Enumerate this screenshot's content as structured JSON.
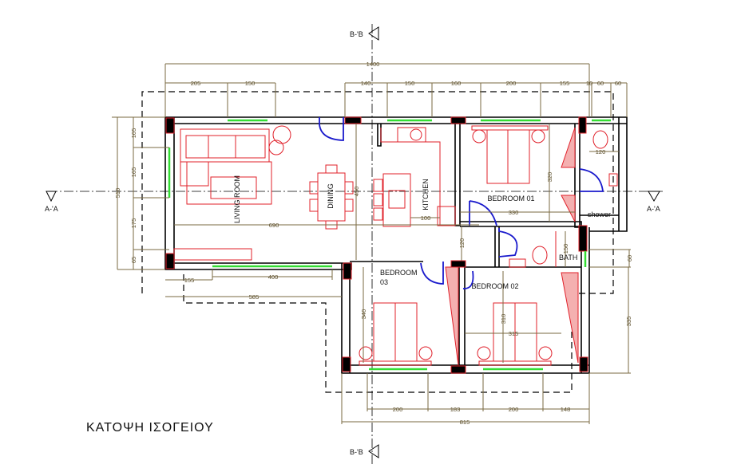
{
  "title": "ΚΑΤΟΨΗ ΙΣΟΓΕΙΟΥ",
  "rooms": {
    "living": "LIVING ROOM",
    "dining": "DINING",
    "kitchen": "KITCHEN",
    "bedroom01": "BEDROOM 01",
    "bedroom02": "BEDROOM 02",
    "bedroom03_line1": "BEDROOM",
    "bedroom03_line2": "03",
    "bath": "BATH",
    "shower": "shower"
  },
  "sections": {
    "a_left": "A-'A",
    "a_right": "A-'A",
    "b_top": "B-'B",
    "b_bottom": "B-'B"
  },
  "dimensions": {
    "overall_top": "1400",
    "top": [
      "205",
      "150",
      "140",
      "150",
      "160",
      "200",
      "155",
      "10",
      "60",
      "60"
    ],
    "toilet_width": "120",
    "left_overall": "510",
    "left": [
      "105",
      "165",
      "175",
      "65"
    ],
    "living_length": "690",
    "dining_height": "450",
    "kitchen_gap": "100",
    "bedroom01_width": "330",
    "bedroom01_depth": "320",
    "hall_width": "120",
    "bath_depth": "150",
    "right_small": "60",
    "right_lower": "335",
    "bedroom03_depth": "340",
    "bedroom02_depth": "310",
    "bedroom02_width": "315",
    "living_bottom": [
      "155",
      "400"
    ],
    "living_bottom_overall": "585",
    "bottom": [
      "200",
      "183",
      "200",
      "148"
    ],
    "bottom_overall": "815"
  },
  "colors": {
    "walls": "#000000",
    "furniture": "#e0202a",
    "windows": "#33dd33",
    "doors": "#1a1acc",
    "dimensions": "#7a6a40"
  }
}
